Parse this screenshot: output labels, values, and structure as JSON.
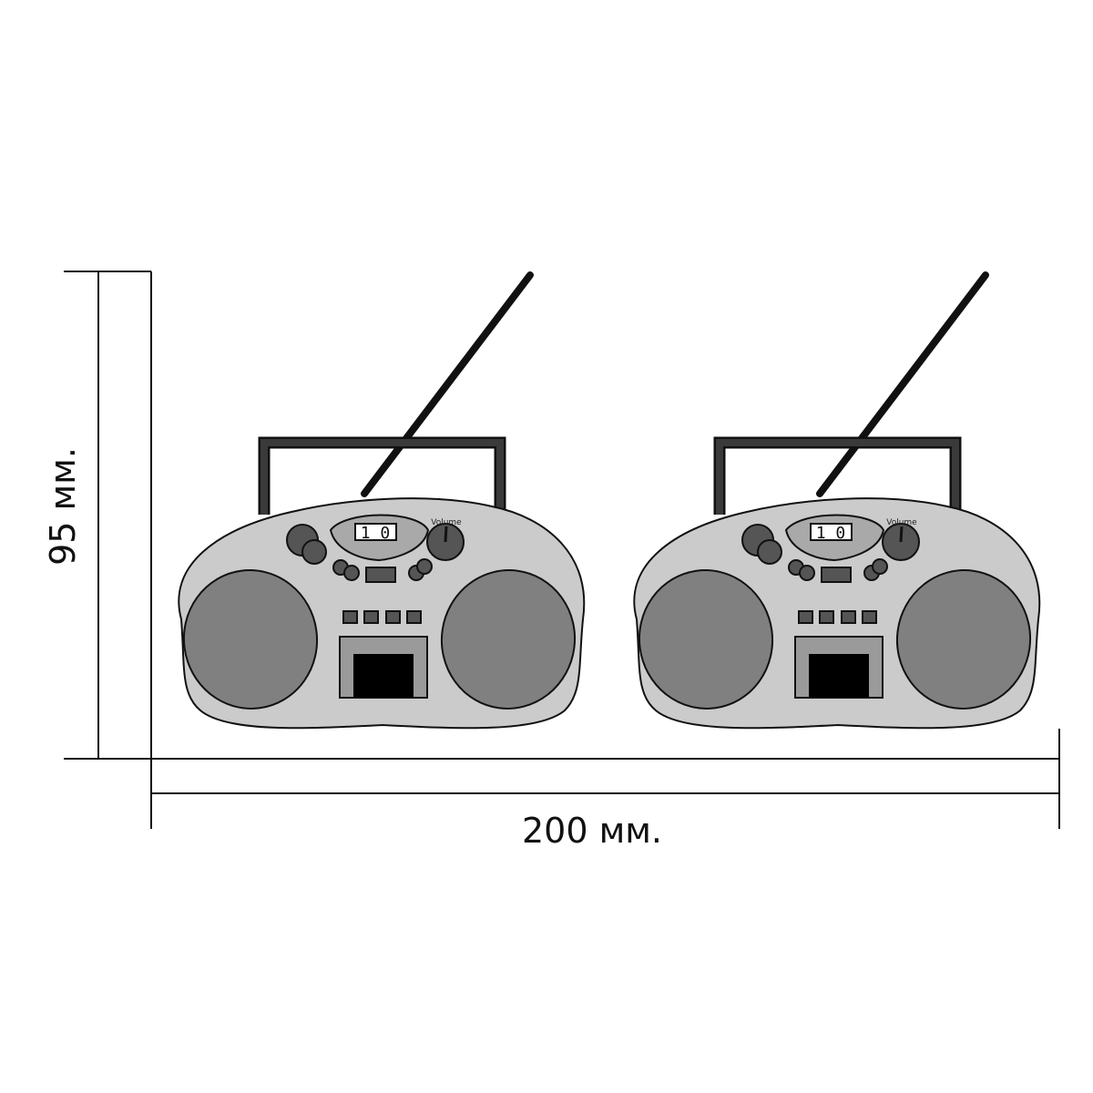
{
  "dimensions": {
    "height_label": "95 мм.",
    "width_label": "200 мм."
  },
  "radios": [
    {
      "display": "1 0",
      "knob_label": "Volume"
    },
    {
      "display": "1 0",
      "knob_label": "Volume"
    }
  ],
  "colors": {
    "body": "#cbcbcb",
    "speaker": "#808080",
    "dark_control": "#555555",
    "handle": "#3a3a3a",
    "outline": "#111111"
  }
}
